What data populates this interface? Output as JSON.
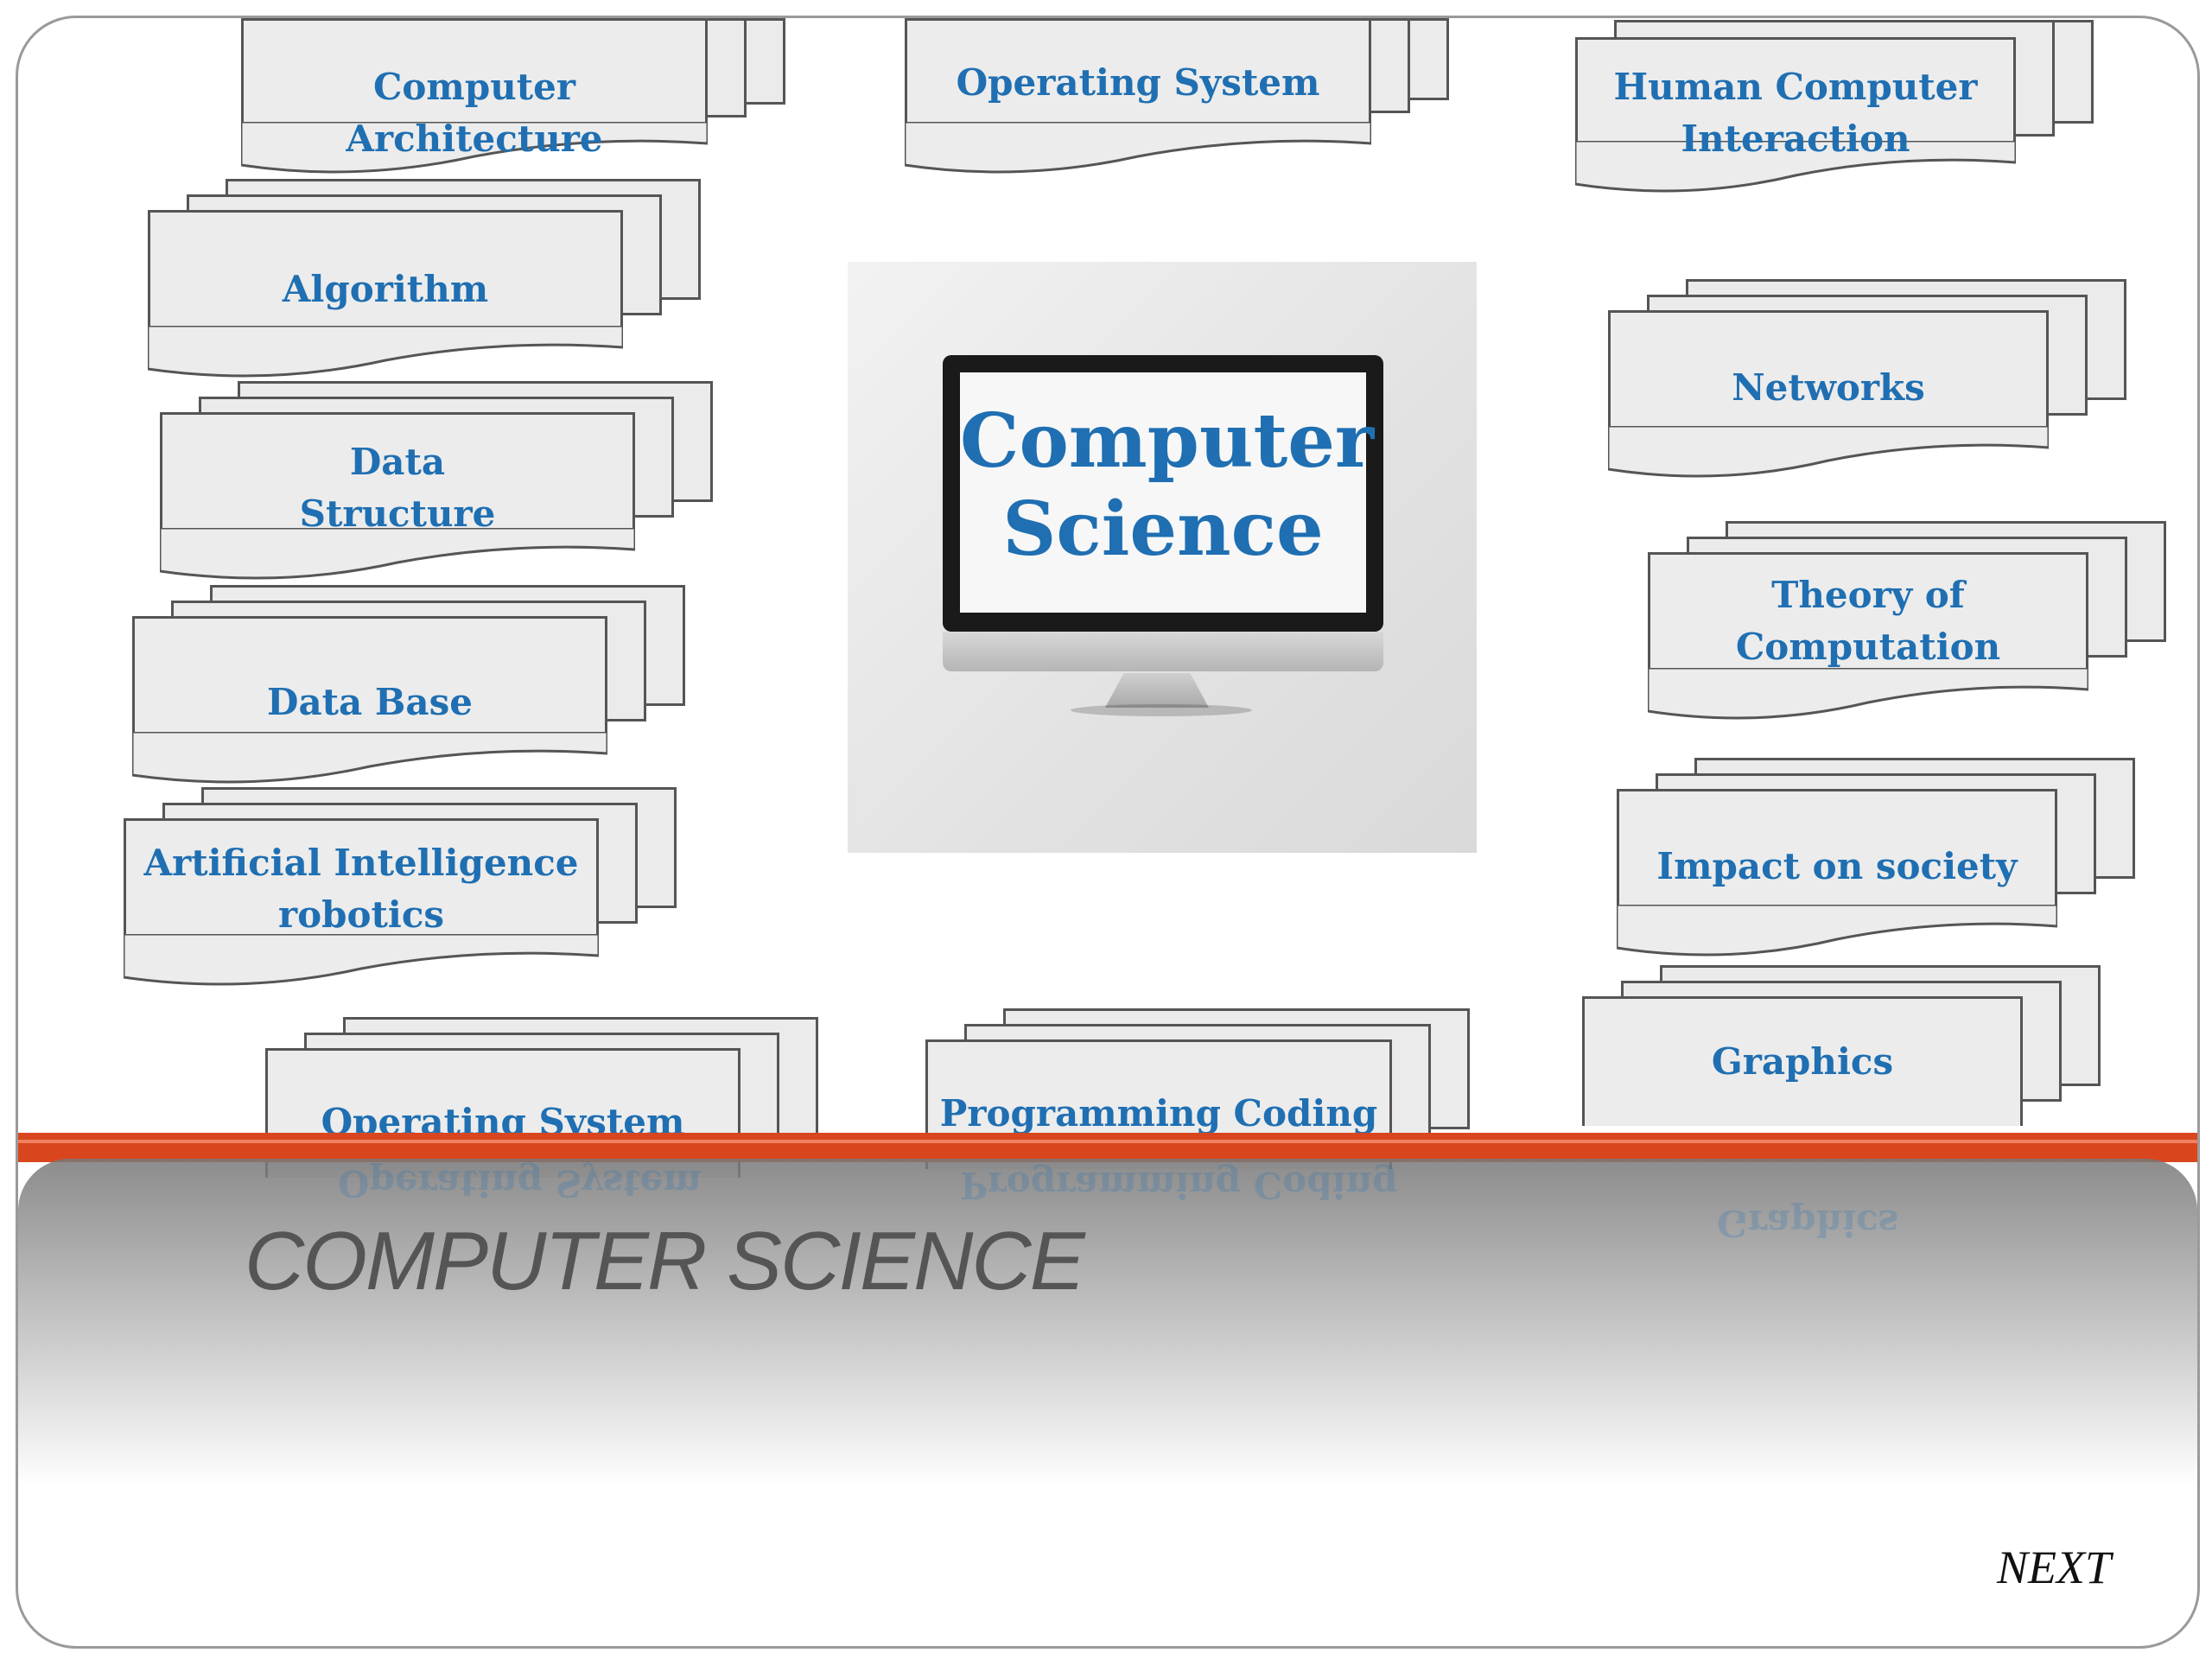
{
  "slide": {
    "title": "COMPUTER SCIENCE",
    "next_label": "NEXT"
  },
  "center": {
    "title_line1": "Computer",
    "title_line2": "Science"
  },
  "topics": [
    "Computer Architecture",
    "Operating System",
    "Human Computer\nInteraction",
    "Algorithm",
    "Data\nStructure",
    "Data Base",
    "Artificial Intelligence\nrobotics",
    "Networks",
    "Theory of\nComputation",
    "Impact on society",
    "Operating System",
    "Programming Coding",
    "Graphics"
  ],
  "colors": {
    "label_blue": "#1f6fb2",
    "accent_orange": "#d9461e",
    "title_grey": "#555555"
  }
}
